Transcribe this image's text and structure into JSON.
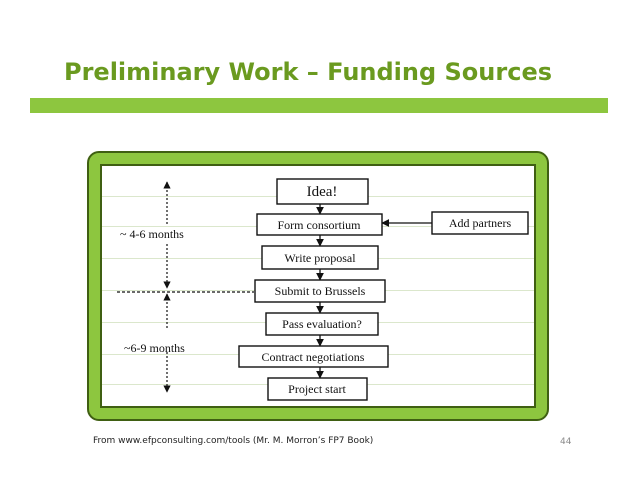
{
  "slide": {
    "title": "Preliminary Work – Funding Sources",
    "caption": "From www.efpconsulting.com/tools (Mr. M. Morron’s FP7 Book)",
    "page_number": "44"
  },
  "colors": {
    "title": "#6a9a1f",
    "accent_bar": "#8dc63f",
    "frame_border": "#3f5f12"
  },
  "flowchart": {
    "steps": [
      "Idea!",
      "Form consortium",
      "Write proposal",
      "Submit to Brussels",
      "Pass evaluation?",
      "Contract negotiations",
      "Project start"
    ],
    "side_input": "Add partners",
    "durations": [
      "~ 4-6 months",
      "~6-9 months"
    ]
  }
}
